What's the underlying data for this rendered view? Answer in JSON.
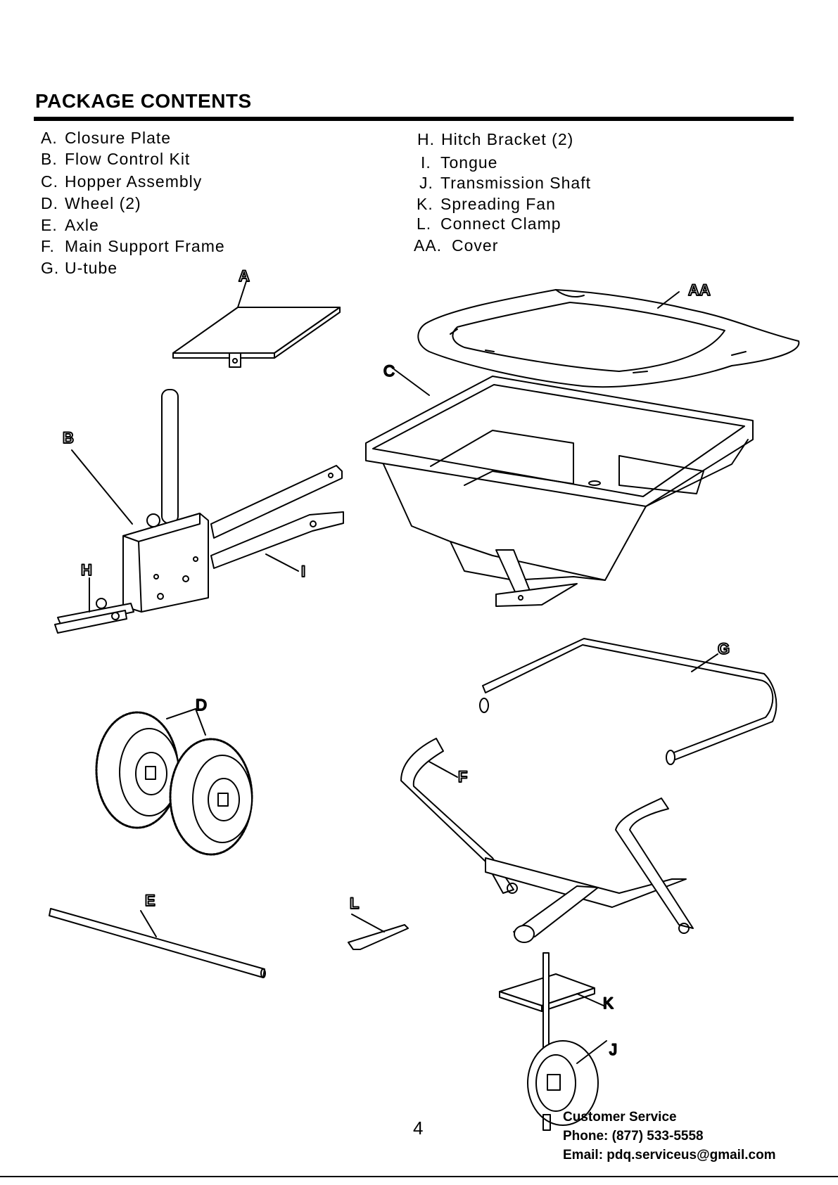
{
  "heading": "PACKAGE CONTENTS",
  "parts_left": [
    {
      "code": "A.",
      "name": "Closure Plate"
    },
    {
      "code": "B.",
      "name": "Flow Control Kit"
    },
    {
      "code": "C.",
      "name": "Hopper Assembly"
    },
    {
      "code": "D.",
      "name": "Wheel (2)"
    },
    {
      "code": "E.",
      "name": "Axle"
    },
    {
      "code": "F.",
      "name": "Main Support Frame"
    },
    {
      "code": "G.",
      "name": "U-tube"
    }
  ],
  "parts_right": [
    {
      "code": "H.",
      "name": "Hitch Bracket (2)"
    },
    {
      "code": "I.",
      "name": "Tongue"
    },
    {
      "code": "J.",
      "name": "Transmission Shaft"
    },
    {
      "code": "K.",
      "name": "Spreading Fan"
    },
    {
      "code": "L.",
      "name": "Connect Clamp"
    },
    {
      "code": "AA.",
      "name": "Cover"
    }
  ],
  "callouts": {
    "A": "A",
    "AA": "AA",
    "B": "B",
    "C": "C",
    "D": "D",
    "E": "E",
    "F": "F",
    "G": "G",
    "H": "H",
    "I": "I",
    "J": "J",
    "K": "K",
    "L": "L"
  },
  "page_number": "4",
  "customer_service": {
    "title": "Customer Service",
    "phone": "Phone: (877) 533-5558",
    "email": "Email: pdq.serviceus@gmail.com"
  }
}
